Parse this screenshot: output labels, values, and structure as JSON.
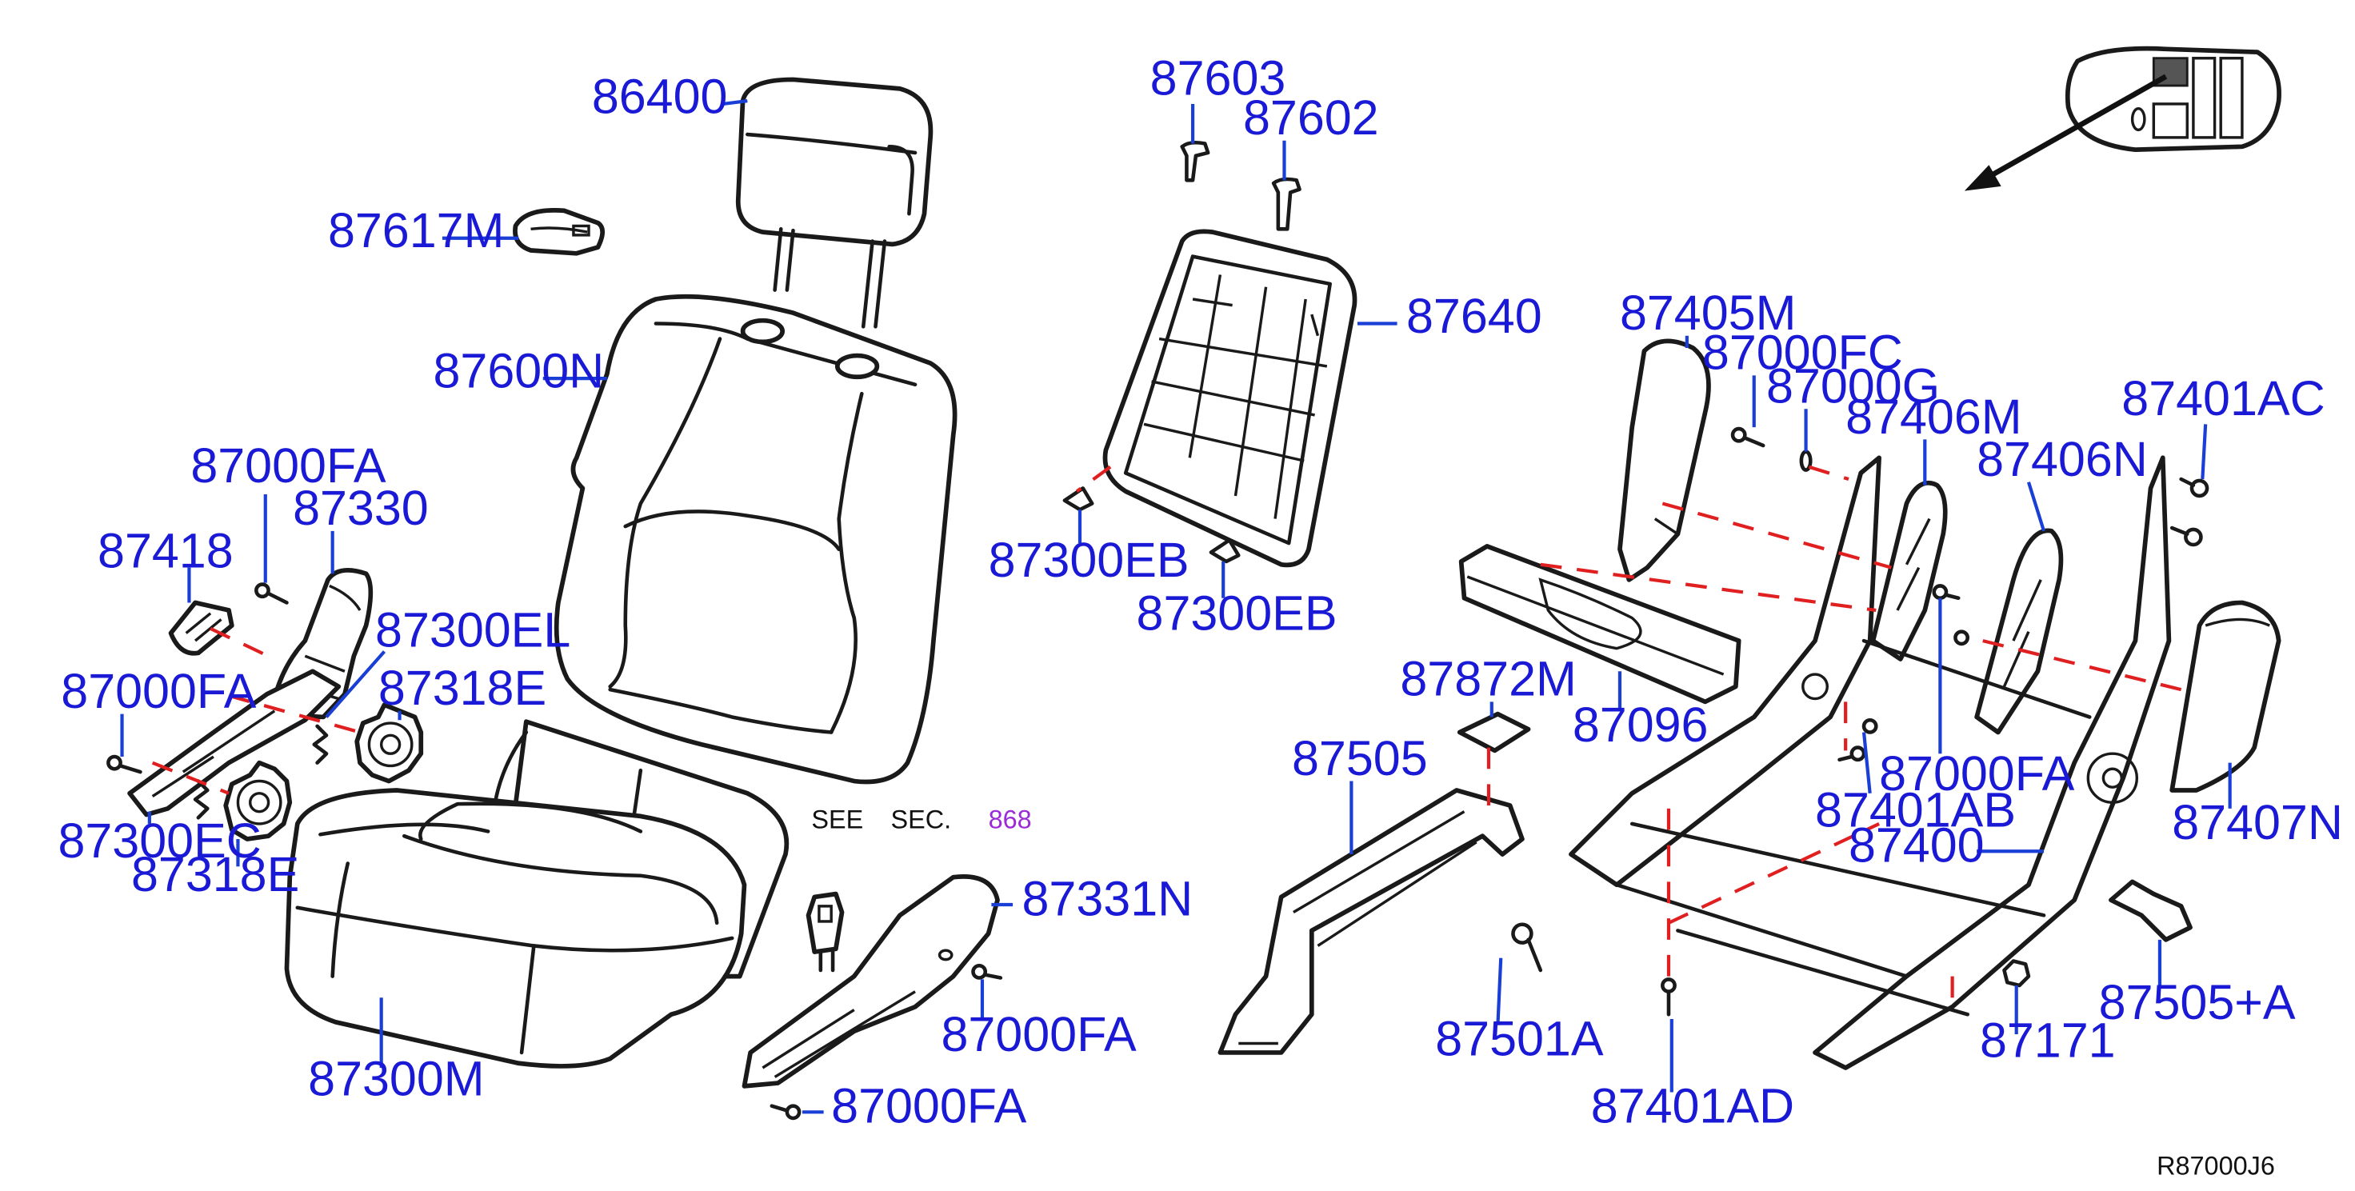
{
  "colors": {
    "label": "#1a1ad6",
    "reference": "#9a2bd6",
    "plain": "#111111",
    "dash": "#e02020"
  },
  "labels": [
    {
      "id": "l86400",
      "text": "86400"
    },
    {
      "id": "l87617M",
      "text": "87617M"
    },
    {
      "id": "l87600N",
      "text": "87600N"
    },
    {
      "id": "l87000FA_1",
      "text": "87000FA"
    },
    {
      "id": "l87330",
      "text": "87330"
    },
    {
      "id": "l87418",
      "text": "87418"
    },
    {
      "id": "l87300EL",
      "text": "87300EL"
    },
    {
      "id": "l87000FA_2",
      "text": "87000FA"
    },
    {
      "id": "l87318E_1",
      "text": "87318E"
    },
    {
      "id": "l87300EC",
      "text": "87300EC"
    },
    {
      "id": "l87318E_2",
      "text": "87318E"
    },
    {
      "id": "l87300M",
      "text": "87300M"
    },
    {
      "id": "l87331N",
      "text": "87331N"
    },
    {
      "id": "l87000FA_3",
      "text": "87000FA"
    },
    {
      "id": "l87000FA_4",
      "text": "87000FA"
    },
    {
      "id": "l87603",
      "text": "87603"
    },
    {
      "id": "l87602",
      "text": "87602"
    },
    {
      "id": "l87640",
      "text": "87640"
    },
    {
      "id": "l87300EB_1",
      "text": "87300EB"
    },
    {
      "id": "l87300EB_2",
      "text": "87300EB"
    },
    {
      "id": "l87872M",
      "text": "87872M"
    },
    {
      "id": "l87505",
      "text": "87505"
    },
    {
      "id": "l87096",
      "text": "87096"
    },
    {
      "id": "l87405M",
      "text": "87405M"
    },
    {
      "id": "l87000FC",
      "text": "87000FC"
    },
    {
      "id": "l87000G",
      "text": "87000G"
    },
    {
      "id": "l87406M",
      "text": "87406M"
    },
    {
      "id": "l87406N",
      "text": "87406N"
    },
    {
      "id": "l87401AC",
      "text": "87401AC"
    },
    {
      "id": "l87000FA_5",
      "text": "87000FA"
    },
    {
      "id": "l87401AB",
      "text": "87401AB"
    },
    {
      "id": "l87400",
      "text": "87400"
    },
    {
      "id": "l87407N",
      "text": "87407N"
    },
    {
      "id": "l87501A",
      "text": "87501A"
    },
    {
      "id": "l87401AD",
      "text": "87401AD"
    },
    {
      "id": "l87171",
      "text": "87171"
    },
    {
      "id": "l87505A",
      "text": "87505+A"
    }
  ],
  "see_section": {
    "prefix": "SEE",
    "sec": "SEC.",
    "ref": "868"
  },
  "drawing_code": "R87000J6",
  "icons": [
    "seat-location-icon",
    "direction-arrow-icon"
  ]
}
